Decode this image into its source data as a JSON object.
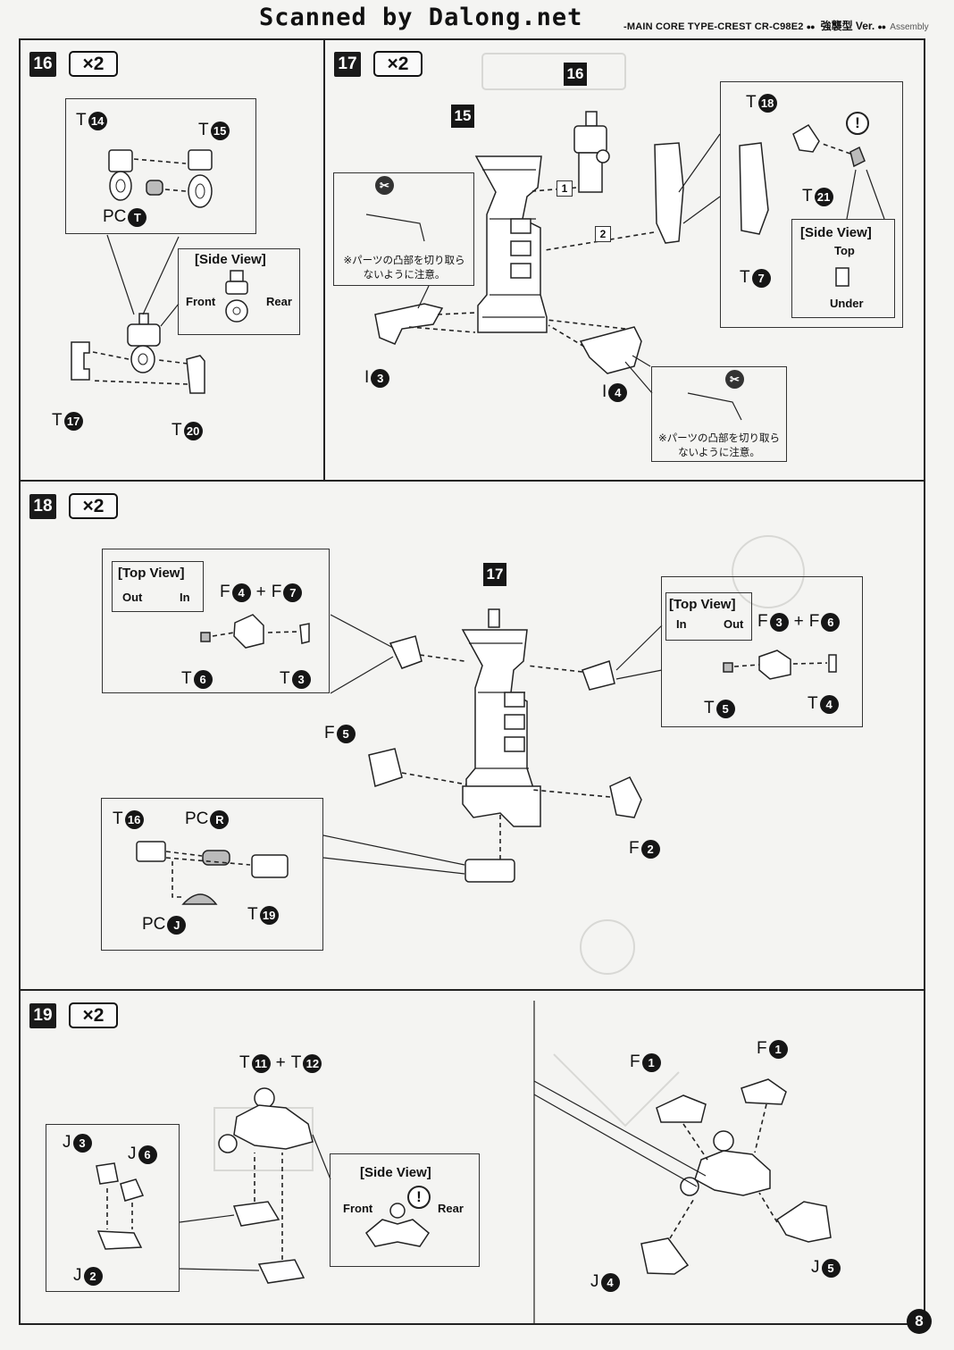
{
  "header": {
    "scan_credit": "Scanned by Dalong.net",
    "model_name": "-MAIN CORE TYPE-CREST  CR-C98E2",
    "version": "強襲型 Ver.",
    "section": "Assembly"
  },
  "page_number": "8",
  "steps": {
    "s16": {
      "number": "16",
      "qty": "×2",
      "labels": {
        "t14": [
          "T",
          "14"
        ],
        "t15": [
          "T",
          "15"
        ],
        "pct": [
          "PC",
          "T"
        ],
        "t17": [
          "T",
          "17"
        ],
        "t20": [
          "T",
          "20"
        ]
      },
      "side_view": {
        "title": "[Side View]",
        "front": "Front",
        "rear": "Rear"
      }
    },
    "s17": {
      "number": "17",
      "qty": "×2",
      "ref15": "15",
      "ref16": "16",
      "order1": "1",
      "order2": "2",
      "labels": {
        "i3": [
          "I",
          "3"
        ],
        "i4": [
          "I",
          "4"
        ],
        "t18": [
          "T",
          "18"
        ],
        "t21": [
          "T",
          "21"
        ],
        "t7": [
          "T",
          "7"
        ]
      },
      "note": "※パーツの凸部を切り取ら\nないように注意。",
      "side_view": {
        "title": "[Side View]",
        "top": "Top",
        "under": "Under"
      }
    },
    "s18": {
      "number": "18",
      "qty": "×2",
      "ref17": "17",
      "left_view": {
        "title": "[Top View]",
        "a": "Out",
        "b": "In"
      },
      "right_view": {
        "title": "[Top View]",
        "a": "In",
        "b": "Out"
      },
      "labels": {
        "f4": [
          "F",
          "4"
        ],
        "f7": [
          "F",
          "7"
        ],
        "t6": [
          "T",
          "6"
        ],
        "t3": [
          "T",
          "3"
        ],
        "f3": [
          "F",
          "3"
        ],
        "f6": [
          "F",
          "6"
        ],
        "t5": [
          "T",
          "5"
        ],
        "t4": [
          "T",
          "4"
        ],
        "f5": [
          "F",
          "5"
        ],
        "f2": [
          "F",
          "2"
        ],
        "t16": [
          "T",
          "16"
        ],
        "pcr": [
          "PC",
          "R"
        ],
        "t19": [
          "T",
          "19"
        ],
        "pcj": [
          "PC",
          "J"
        ]
      },
      "plus": "+"
    },
    "s19": {
      "number": "19",
      "qty": "×2",
      "labels": {
        "t11": [
          "T",
          "11"
        ],
        "t12": [
          "T",
          "12"
        ],
        "j3": [
          "J",
          "3"
        ],
        "j6": [
          "J",
          "6"
        ],
        "j2": [
          "J",
          "2"
        ],
        "f1a": [
          "F",
          "1"
        ],
        "f1b": [
          "F",
          "1"
        ],
        "j4": [
          "J",
          "4"
        ],
        "j5": [
          "J",
          "5"
        ]
      },
      "plus": "+",
      "side_view": {
        "title": "[Side View]",
        "front": "Front",
        "rear": "Rear"
      }
    }
  },
  "icons": [
    "caution-icon",
    "nipper-icon"
  ]
}
